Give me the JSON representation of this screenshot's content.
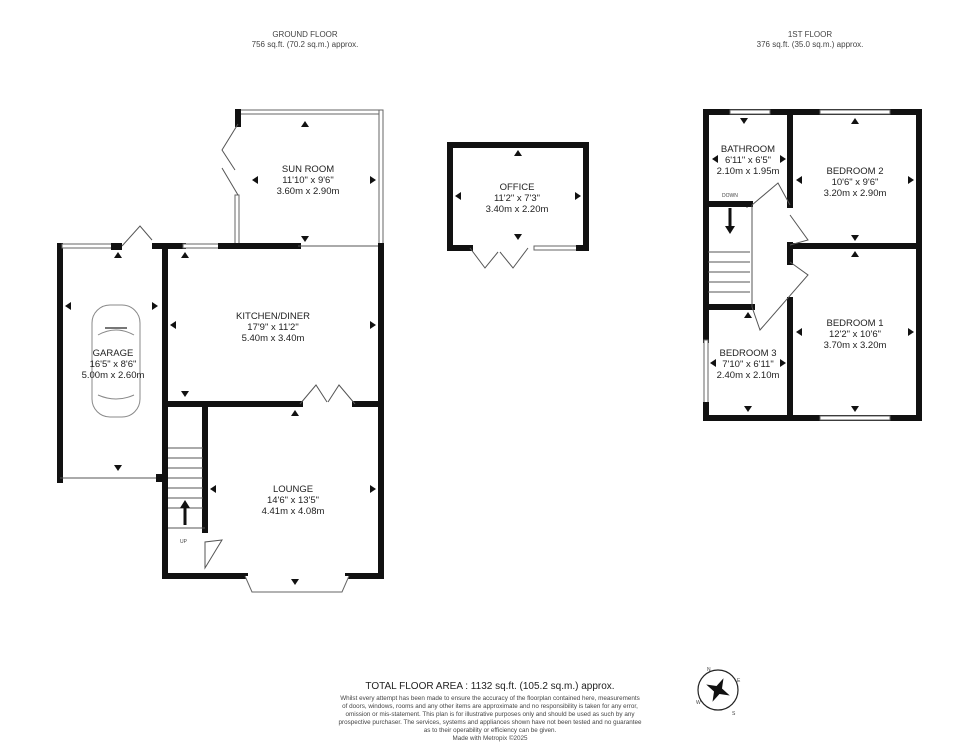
{
  "ground_floor": {
    "title": "GROUND FLOOR",
    "area": "756 sq.ft. (70.2 sq.m.) approx."
  },
  "first_floor": {
    "title": "1ST FLOOR",
    "area": "376 sq.ft. (35.0 sq.m.) approx."
  },
  "rooms": {
    "sun_room": {
      "name": "SUN ROOM",
      "imperial": "11'10\"  x 9'6\"",
      "metric": "3.60m  x 2.90m"
    },
    "office": {
      "name": "OFFICE",
      "imperial": "11'2\"  x 7'3\"",
      "metric": "3.40m  x 2.20m"
    },
    "kitchen": {
      "name": "KITCHEN/DINER",
      "imperial": "17'9\"  x 11'2\"",
      "metric": "5.40m  x 3.40m"
    },
    "garage": {
      "name": "GARAGE",
      "imperial": "16'5\"  x 8'6\"",
      "metric": "5.00m  x 2.60m"
    },
    "lounge": {
      "name": "LOUNGE",
      "imperial": "14'6\"  x 13'5\"",
      "metric": "4.41m  x 4.08m"
    },
    "bathroom": {
      "name": "BATHROOM",
      "imperial": "6'11\"  x 6'5\"",
      "metric": "2.10m  x 1.95m"
    },
    "bedroom2": {
      "name": "BEDROOM 2",
      "imperial": "10'6\"  x 9'6\"",
      "metric": "3.20m  x 2.90m"
    },
    "bedroom1": {
      "name": "BEDROOM 1",
      "imperial": "12'2\"  x 10'6\"",
      "metric": "3.70m  x 3.20m"
    },
    "bedroom3": {
      "name": "BEDROOM 3",
      "imperial": "7'10\"  x 6'11\"",
      "metric": "2.40m  x 2.10m"
    }
  },
  "stairs": {
    "up": "UP",
    "down": "DOWN"
  },
  "compass": {
    "n": "N",
    "e": "E",
    "s": "S",
    "w": "W"
  },
  "footer": {
    "total": "TOTAL FLOOR AREA : 1132 sq.ft. (105.2 sq.m.) approx.",
    "disclaimer": [
      "Whilst every attempt has been made to ensure the accuracy of the floorplan contained here, measurements",
      "of doors, windows, rooms and any other items are approximate and no responsibility is taken for any error,",
      "omission or mis-statement. This plan is for illustrative purposes only and should be used as such by any",
      "prospective purchaser. The services, systems and appliances shown have not been tested and no guarantee",
      "as to their operability or efficiency can be given."
    ],
    "made_with": "Made with Metropix ©2025"
  }
}
